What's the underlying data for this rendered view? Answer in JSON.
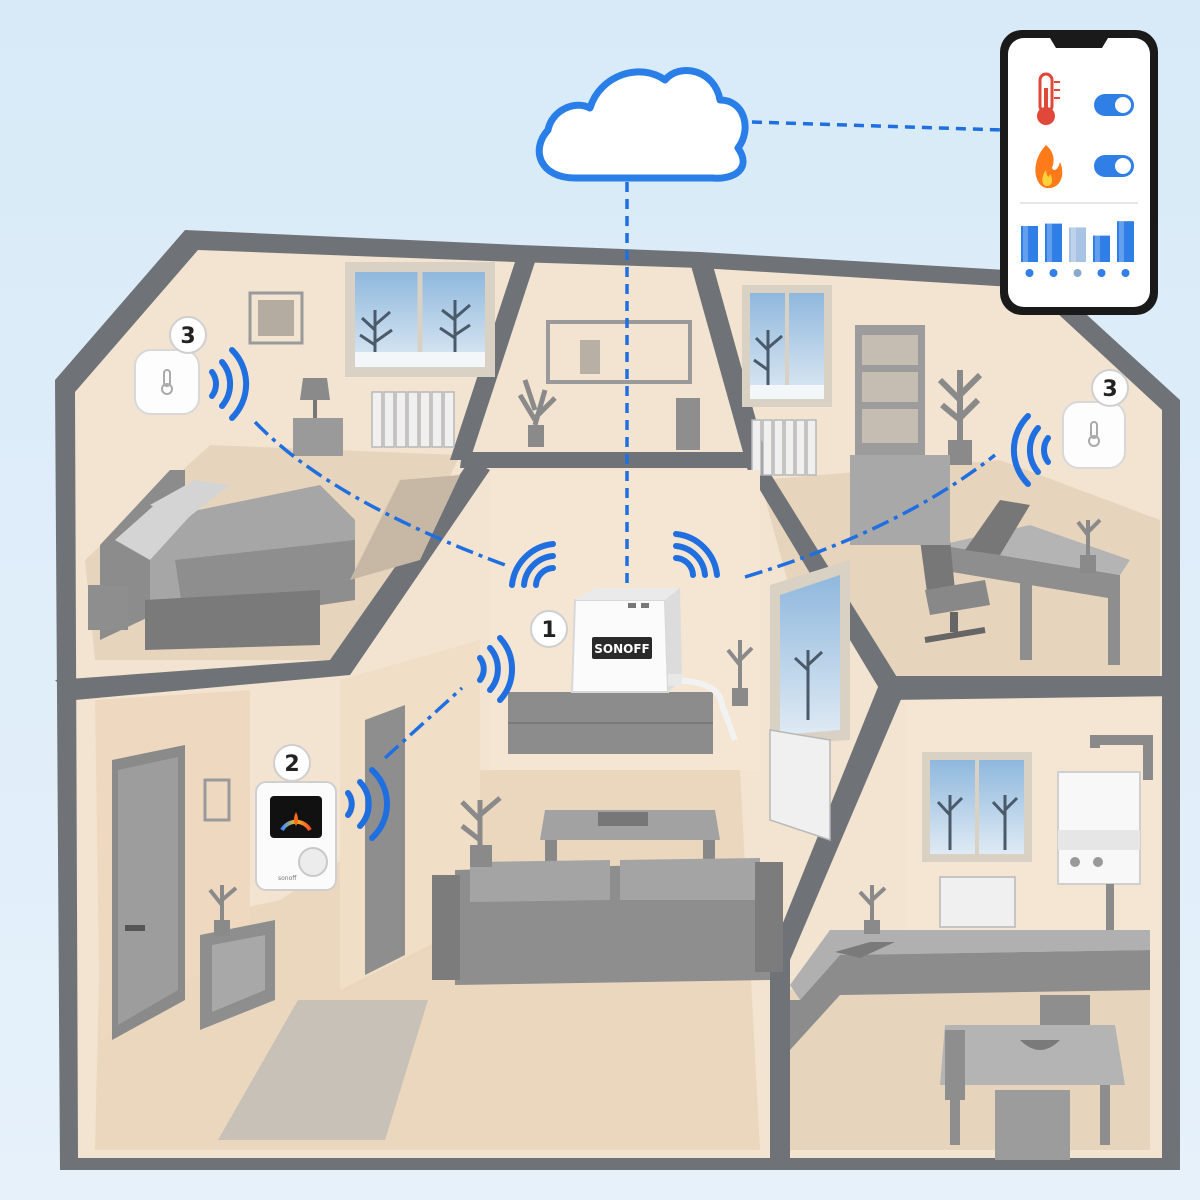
{
  "colors": {
    "background": "#dcecf8",
    "wall_outline": "#6f7378",
    "wall_fill": "#f4e6d4",
    "floor_fill": "#ead8c0",
    "furniture": "#9a9a9a",
    "signal_blue": "#1f6fe0",
    "cloud_blue": "#2a7ee8",
    "phone_frame": "#1a1a1a",
    "thermo_red": "#e0483a",
    "flame_orange": "#ff7a1a",
    "toggle_blue": "#2f7fe6"
  },
  "icons": {
    "cloud": "cloud-icon",
    "thermometer": "thermometer-icon",
    "flame": "flame-icon",
    "signal": "wifi-signal-icon"
  },
  "markers": {
    "hub": "1",
    "thermostat": "2",
    "sensor_left": "3",
    "sensor_right": "3"
  },
  "hub": {
    "brand": "SONOFF"
  },
  "thermostat": {
    "brand": "sonoff"
  },
  "phone": {
    "thermostat_toggle_on": true,
    "heating_toggle_on": true,
    "bar_levels": [
      0.75,
      0.8,
      0.72,
      0.55,
      0.85
    ],
    "dot_colors": [
      "#2f7fe6",
      "#2f7fe6",
      "#8aa8cc",
      "#2f7fe6",
      "#2f7fe6"
    ]
  }
}
